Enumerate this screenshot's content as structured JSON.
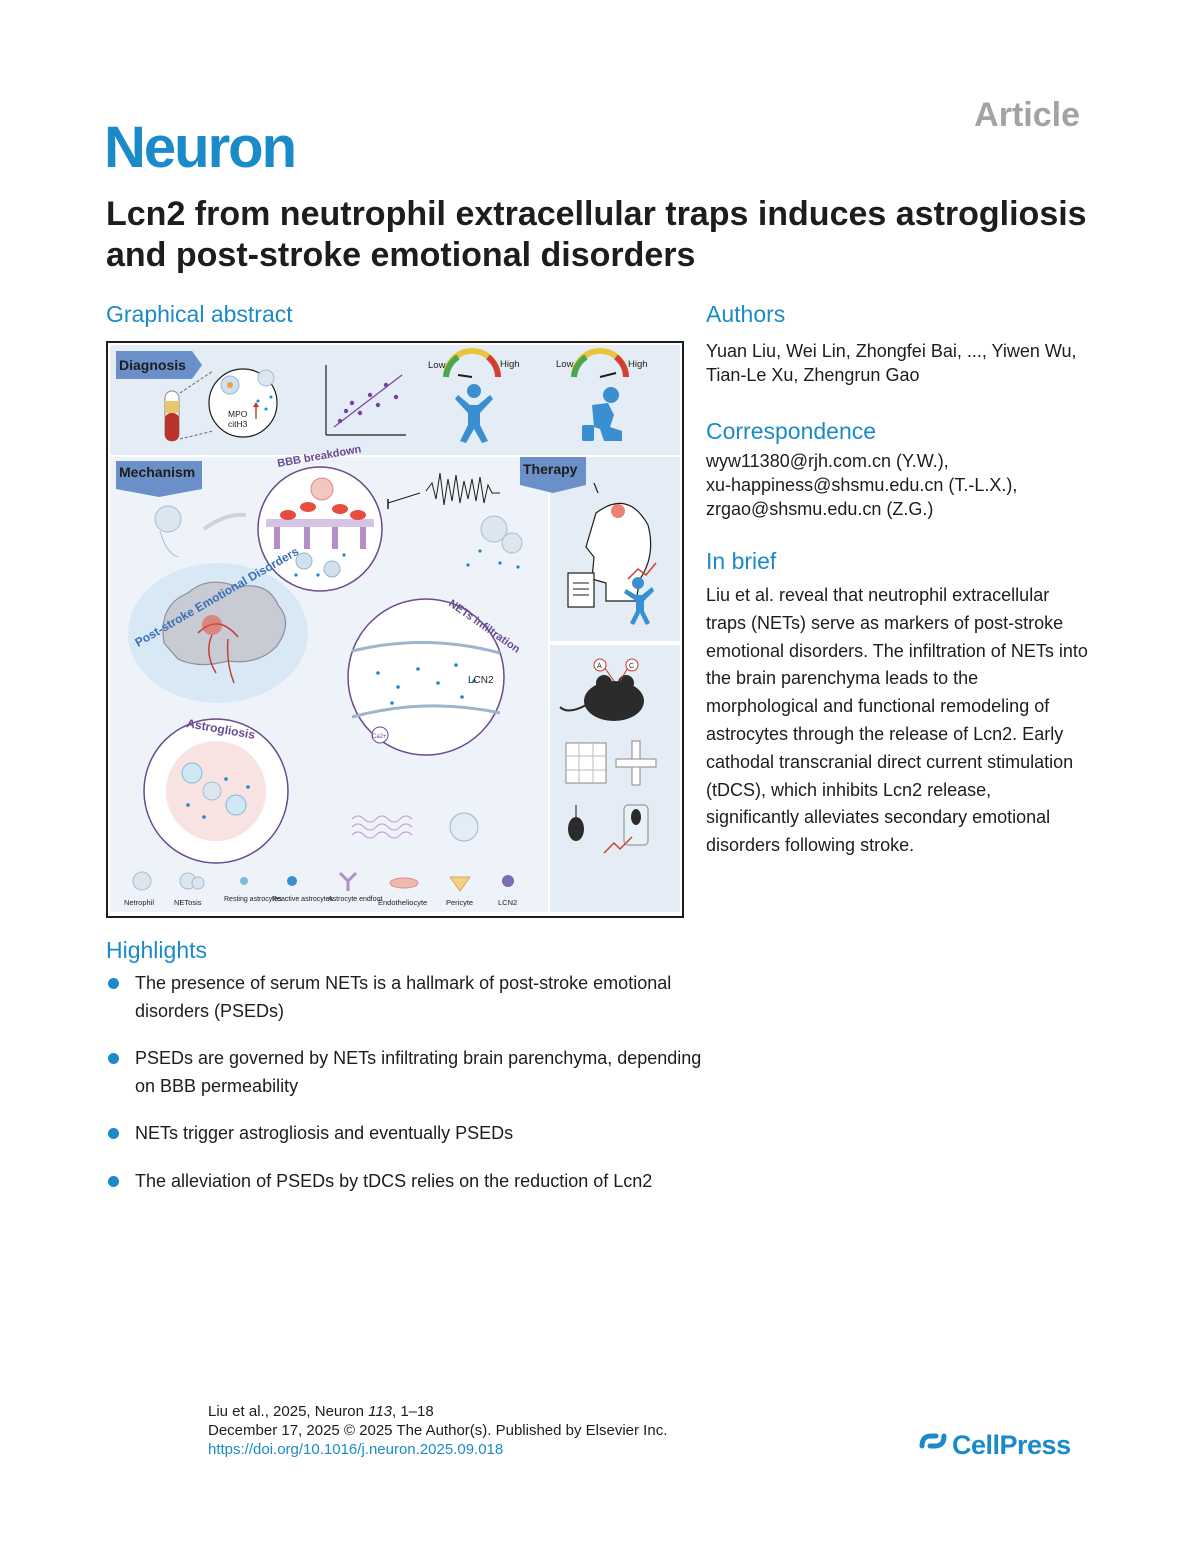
{
  "header": {
    "article_label": "Article",
    "journal": "Neuron"
  },
  "title": "Lcn2 from neutrophil extracellular traps induces astrogliosis and post-stroke emotional disorders",
  "graphical_abstract": {
    "heading": "Graphical abstract",
    "sections": {
      "diagnosis": "Diagnosis",
      "mechanism": "Mechanism",
      "therapy": "Therapy"
    },
    "gauge_low": "Low",
    "gauge_high": "High",
    "markers": [
      "MPO",
      "citH3"
    ],
    "bbb": "BBB breakdown",
    "nets_infiltration": "NETs infiltration",
    "psed": "Post-stroke Emotional Disorders",
    "astrogliosis": "Astrogliosis",
    "lcn2": "LCN2",
    "ca": "Ca2+",
    "electrode_a": "A",
    "electrode_c": "C",
    "legend": [
      "Netrophil",
      "NETosis",
      "Resting astrocytes",
      "Reactive astrocytes",
      "Astrocyte endfoot",
      "Endotheliocyte",
      "Pericyte",
      "LCN2"
    ],
    "colors": {
      "panel_blue": "#e4ecf6",
      "section_tab": "#6b8fc9",
      "accent": "#1a8bc8"
    }
  },
  "authors": {
    "heading": "Authors",
    "names": "Yuan Liu, Wei Lin, Zhongfei Bai, ..., Yiwen Wu, Tian-Le Xu, Zhengrun Gao"
  },
  "correspondence": {
    "heading": "Correspondence",
    "entries": [
      "wyw11380@rjh.com.cn (Y.W.),",
      "xu-happiness@shsmu.edu.cn (T.-L.X.),",
      "zrgao@shsmu.edu.cn (Z.G.)"
    ]
  },
  "in_brief": {
    "heading": "In brief",
    "text": "Liu et al. reveal that neutrophil extracellular traps (NETs) serve as markers of post-stroke emotional disorders. The infiltration of NETs into the brain parenchyma leads to the morphological and functional remodeling of astrocytes through the release of Lcn2. Early cathodal transcranial direct current stimulation (tDCS), which inhibits Lcn2 release, significantly alleviates secondary emotional disorders following stroke."
  },
  "highlights": {
    "heading": "Highlights",
    "items": [
      "The presence of serum NETs is a hallmark of post-stroke emotional disorders (PSEDs)",
      "PSEDs are governed by NETs infiltrating brain parenchyma, depending on BBB permeability",
      "NETs trigger astrogliosis and eventually PSEDs",
      "The alleviation of PSEDs by tDCS relies on the reduction of Lcn2"
    ]
  },
  "footer": {
    "citation_prefix": "Liu et al., 2025, Neuron ",
    "volume": "113",
    "pages": ", 1–18",
    "date_line": "December 17, 2025 © 2025 The Author(s). Published by Elsevier Inc.",
    "doi": "https://doi.org/10.1016/j.neuron.2025.09.018",
    "publisher": "CellPress"
  }
}
